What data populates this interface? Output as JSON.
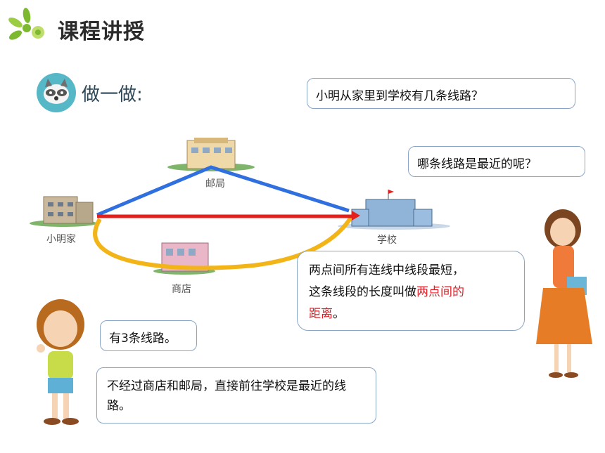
{
  "header": {
    "title": "课程讲授"
  },
  "activity": {
    "label": "做一做:"
  },
  "questions": {
    "routes": "小明从家里到学校有几条线路？",
    "shortest": "哪条线路是最近的呢？"
  },
  "map": {
    "home": "小明家",
    "post_office": "邮局",
    "school": "学校",
    "store": "商店",
    "route_colors": [
      "#2f6fe0",
      "#e3201b",
      "#f2b417"
    ]
  },
  "answers": {
    "count": "有3条线路。",
    "shortest": "不经过商店和邮局，直接前往学校是最近的线路。"
  },
  "concept": {
    "line1": "两点间所有连线中线段最短，",
    "line2_prefix": "这条线段的长度叫做",
    "line2_emph": "两点间的",
    "line3_emph": "距离",
    "line3_suffix": "。"
  },
  "colors": {
    "accent_green": "#7cb930",
    "bubble_border": "#89a6c6",
    "emphasis_red": "#e21d25"
  }
}
